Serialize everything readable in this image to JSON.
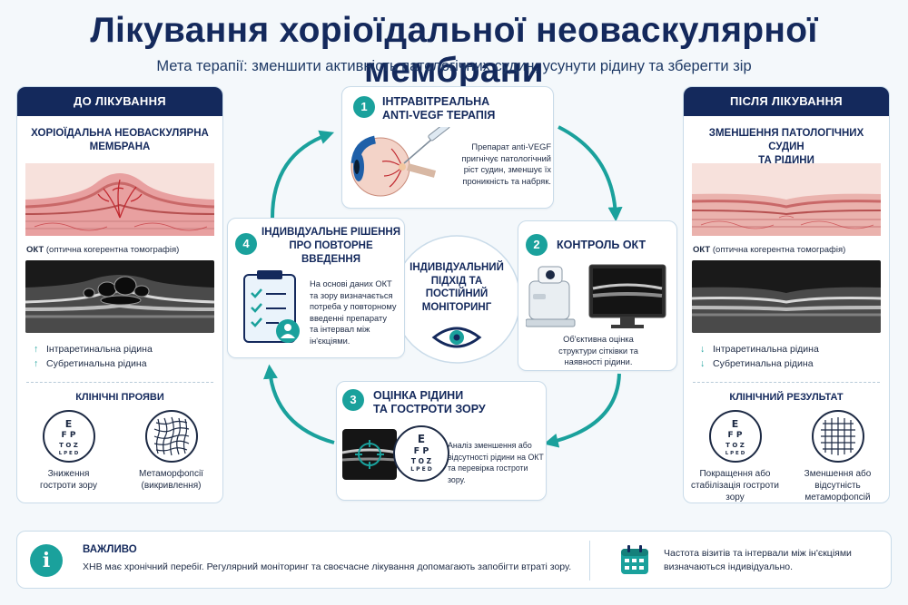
{
  "header": {
    "title": "Лікування хоріоїдальної неоваскулярної мембрани",
    "subtitle": "Мета терапії: зменшити активність патологічних судин, усунути рідину та зберегти зір"
  },
  "before": {
    "header": "ДО ЛІКУВАННЯ",
    "subtitle_1": "ХОРІОЇДАЛЬНА НЕОВАСКУЛЯРНА",
    "subtitle_2": "МЕМБРАНА",
    "oct_abbr": "ОКТ",
    "oct_full": " (оптична когерентна томографія)",
    "findings": [
      {
        "arrow": "↑",
        "text": "Інтраретинальна рідина"
      },
      {
        "arrow": "↑",
        "text": "Субретинальна рідина"
      }
    ],
    "clinical_title": "КЛІНІЧНІ ПРОЯВИ",
    "clinical": [
      {
        "line1": "Зниження",
        "line2": "гостроти зору"
      },
      {
        "line1": "Метаморфопсії",
        "line2": "(викривлення)"
      }
    ]
  },
  "after": {
    "header": "ПІСЛЯ ЛІКУВАННЯ",
    "subtitle_1": "ЗМЕНШЕННЯ ПАТОЛОГІЧНИХ СУДИН",
    "subtitle_2": "ТА РІДИНИ",
    "oct_abbr": "ОКТ",
    "oct_full": " (оптична когерентна томографія)",
    "findings": [
      {
        "arrow": "↓",
        "text": "Інтраретинальна рідина"
      },
      {
        "arrow": "↓",
        "text": "Субретинальна рідина"
      }
    ],
    "clinical_title": "КЛІНІЧНИЙ РЕЗУЛЬТАТ",
    "clinical": [
      {
        "line1": "Покращення або",
        "line2": "стабілізація гостроти",
        "line3": "зору"
      },
      {
        "line1": "Зменшення або",
        "line2": "відсутність",
        "line3": "метаморфопсій"
      }
    ]
  },
  "eye_chart": {
    "row1": "E",
    "row2": "F P",
    "row3": "T O Z",
    "row4": "L P E D"
  },
  "steps": [
    {
      "num": "1",
      "title_1": "ІНТРАВІТРЕАЛЬНА",
      "title_2": "ANTI-VEGF ТЕРАПІЯ",
      "text": [
        "Препарат anti-VEGF",
        "пригнічує патологічний",
        "ріст судин, зменшує їх",
        "проникність та набряк."
      ]
    },
    {
      "num": "2",
      "title_1": "КОНТРОЛЬ ОКТ",
      "text": [
        "Об'єктивна оцінка",
        "структури сітківки та",
        "наявності рідини."
      ]
    },
    {
      "num": "3",
      "title_1": "ОЦІНКА РІДИНИ",
      "title_2": "ТА ГОСТРОТИ ЗОРУ",
      "text": [
        "Аналіз зменшення або",
        "відсутності рідини на ОКТ",
        "та перевірка гостроти зору."
      ]
    },
    {
      "num": "4",
      "title_1": "ІНДИВІДУАЛЬНЕ РІШЕННЯ",
      "title_2": "ПРО ПОВТОРНЕ ВВЕДЕННЯ",
      "text": [
        "На основі даних ОКТ",
        "та зору визначається",
        "потреба у повторному",
        "введенні препарату",
        "та інтервал між",
        "ін'єкціями."
      ]
    }
  ],
  "center": {
    "line1": "ІНДИВІДУАЛЬНИЙ",
    "line2": "ПІДХІД ТА",
    "line3": "ПОСТІЙНИЙ",
    "line4": "МОНІТОРИНГ"
  },
  "footer": {
    "important_title": "ВАЖЛИВО",
    "important_text": "ХНВ має хронічний перебіг. Регулярний моніторинг та своєчасне лікування допомагають запобігти втраті зору.",
    "visits_line1": "Частота візитів та інтервали між ін'єкціями",
    "visits_line2": "визначаються індивідуально."
  },
  "colors": {
    "navy": "#14295c",
    "teal": "#1aa19c",
    "tissue": "#e8a0a0",
    "vessel": "#c0282f"
  }
}
